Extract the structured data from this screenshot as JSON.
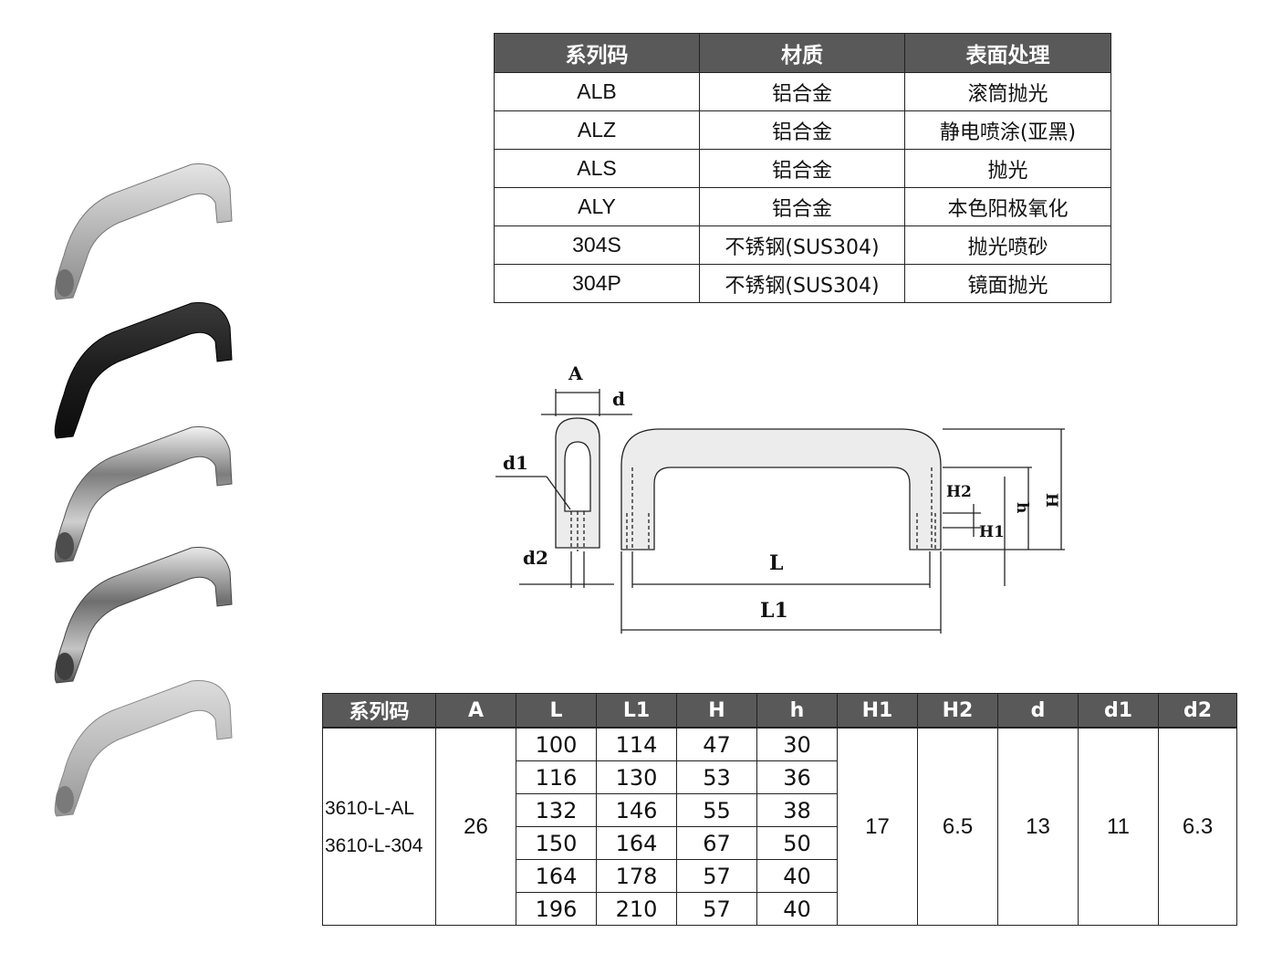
{
  "finish_table": {
    "headers": [
      "系列码",
      "材质",
      "表面处理"
    ],
    "rows": [
      {
        "code": "ALB",
        "material": "铝合金",
        "finish": "滚筒抛光"
      },
      {
        "code": "ALZ",
        "material": "铝合金",
        "finish": "静电喷涂(亚黑)"
      },
      {
        "code": "ALS",
        "material": "铝合金",
        "finish": "抛光"
      },
      {
        "code": "ALY",
        "material": "铝合金",
        "finish": "本色阳极氧化"
      },
      {
        "code": "304S",
        "material": "不锈钢(SUS304)",
        "finish": "抛光喷砂"
      },
      {
        "code": "304P",
        "material": "不锈钢(SUS304)",
        "finish": "镜面抛光"
      }
    ]
  },
  "drawing_labels": {
    "A": "A",
    "d": "d",
    "d1": "d1",
    "d2": "d2",
    "L": "L",
    "L1": "L1",
    "H": "H",
    "h": "h",
    "H1": "H1",
    "H2": "H2"
  },
  "handle_finishes": [
    {
      "name": "tumble-polished",
      "color": "#b9b9b9"
    },
    {
      "name": "matte-black",
      "color": "#1e1e1e"
    },
    {
      "name": "polished",
      "color": "#9a9a9a"
    },
    {
      "name": "anodized",
      "color": "#8e8e8e"
    },
    {
      "name": "sandblasted",
      "color": "#bdbdbd"
    }
  ],
  "dimension_table": {
    "headers": [
      "系列码",
      "A",
      "L",
      "L1",
      "H",
      "h",
      "H1",
      "H2",
      "d",
      "d1",
      "d2"
    ],
    "series": [
      "3610-L-AL",
      "3610-L-304"
    ],
    "A": "26",
    "rows": [
      {
        "L": "100",
        "L1": "114",
        "H": "47",
        "h": "30"
      },
      {
        "L": "116",
        "L1": "130",
        "H": "53",
        "h": "36"
      },
      {
        "L": "132",
        "L1": "146",
        "H": "55",
        "h": "38"
      },
      {
        "L": "150",
        "L1": "164",
        "H": "67",
        "h": "50"
      },
      {
        "L": "164",
        "L1": "178",
        "H": "57",
        "h": "40"
      },
      {
        "L": "196",
        "L1": "210",
        "H": "57",
        "h": "40"
      }
    ],
    "H1": "17",
    "H2": "6.5",
    "d": "13",
    "d1": "11",
    "d2": "6.3"
  },
  "colors": {
    "header_bg": "#595959",
    "header_text": "#ffffff",
    "border": "#222222",
    "drawing_fill": "#ececec"
  }
}
